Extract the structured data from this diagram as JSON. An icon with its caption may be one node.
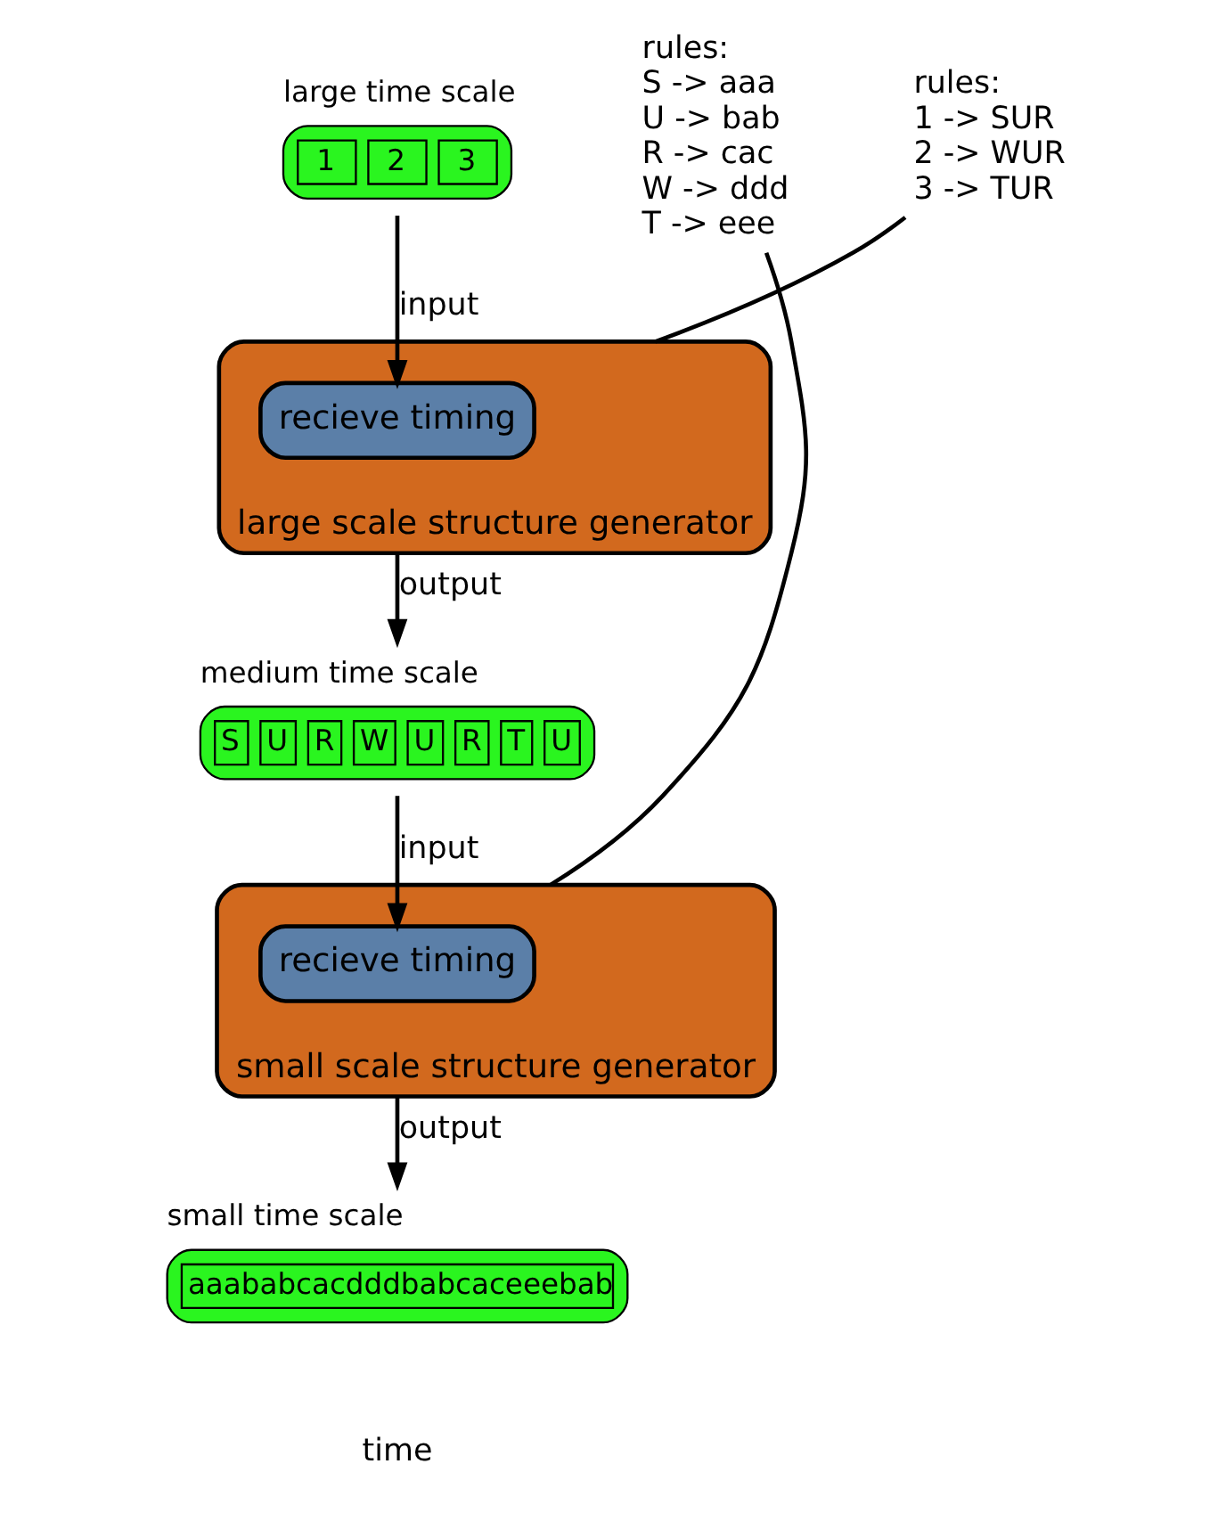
{
  "diagram": {
    "nodes": [
      {
        "text": [
          "large time scale",
          "1",
          "2",
          "3"
        ]
      },
      {
        "text": [
          "large scale structure generator"
        ]
      },
      {
        "text": [
          "recieve timing"
        ],
        "in": 1
      },
      {
        "text": [
          "rules:",
          "1 -> SUR",
          "2 -> WUR",
          "3 -> TUR"
        ]
      },
      {
        "text": [
          "medium time scale",
          "S",
          "U",
          "R",
          "W",
          "U",
          "R",
          "T",
          "U"
        ]
      },
      {
        "text": [
          "small scale structure generator"
        ]
      },
      {
        "text": [
          "recieve timing"
        ],
        "in": 5
      },
      {
        "text": [
          "rules:",
          "S -> aaa",
          "U -> bab",
          "R -> cac",
          "W -> ddd",
          "T -> eee"
        ]
      },
      {
        "text": [
          "small time scale",
          "aaababcacdddbabcaceeebab"
        ]
      }
    ],
    "edges": [
      {
        "from": 0,
        "to": 2,
        "arrow": "to",
        "label": "input"
      },
      {
        "from": 3,
        "to": 1,
        "arrow": "none"
      },
      {
        "from": 1,
        "to": 4,
        "arrow": "to",
        "label": "output"
      },
      {
        "from": 4,
        "to": 6,
        "arrow": "to",
        "label": "input"
      },
      {
        "from": 7,
        "to": 5,
        "arrow": "none"
      },
      {
        "from": 5,
        "to": 8,
        "arrow": "to",
        "label": "output"
      }
    ],
    "labels": [
      "time"
    ]
  }
}
